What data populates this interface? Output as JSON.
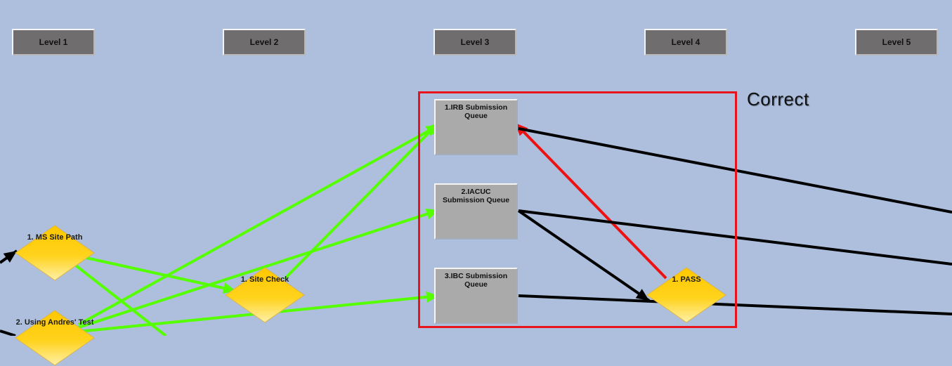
{
  "levels": [
    "Level 1",
    "Level 2",
    "Level 3",
    "Level 4",
    "Level 5"
  ],
  "queues": {
    "irb": "1.IRB Submission Queue",
    "iacuc": "2.IACUC Submission Queue",
    "ibc": "3.IBC Submission Queue"
  },
  "nodes": {
    "ms_site_path": "1. MS Site Path",
    "using_andres_test": "2. Using Andres' Test",
    "site_check": "1. Site Check",
    "pass": "1. PASS"
  },
  "annotation": "Correct",
  "colors": {
    "background": "#adbfdc",
    "header": "#6f6d6e",
    "queue": "#aaaaaa",
    "diamond": "#ffd21c",
    "green_arrow": "#55ff00",
    "red_arrow": "#ee1111",
    "black_arrow": "#000000",
    "selection": "#e8141c"
  }
}
